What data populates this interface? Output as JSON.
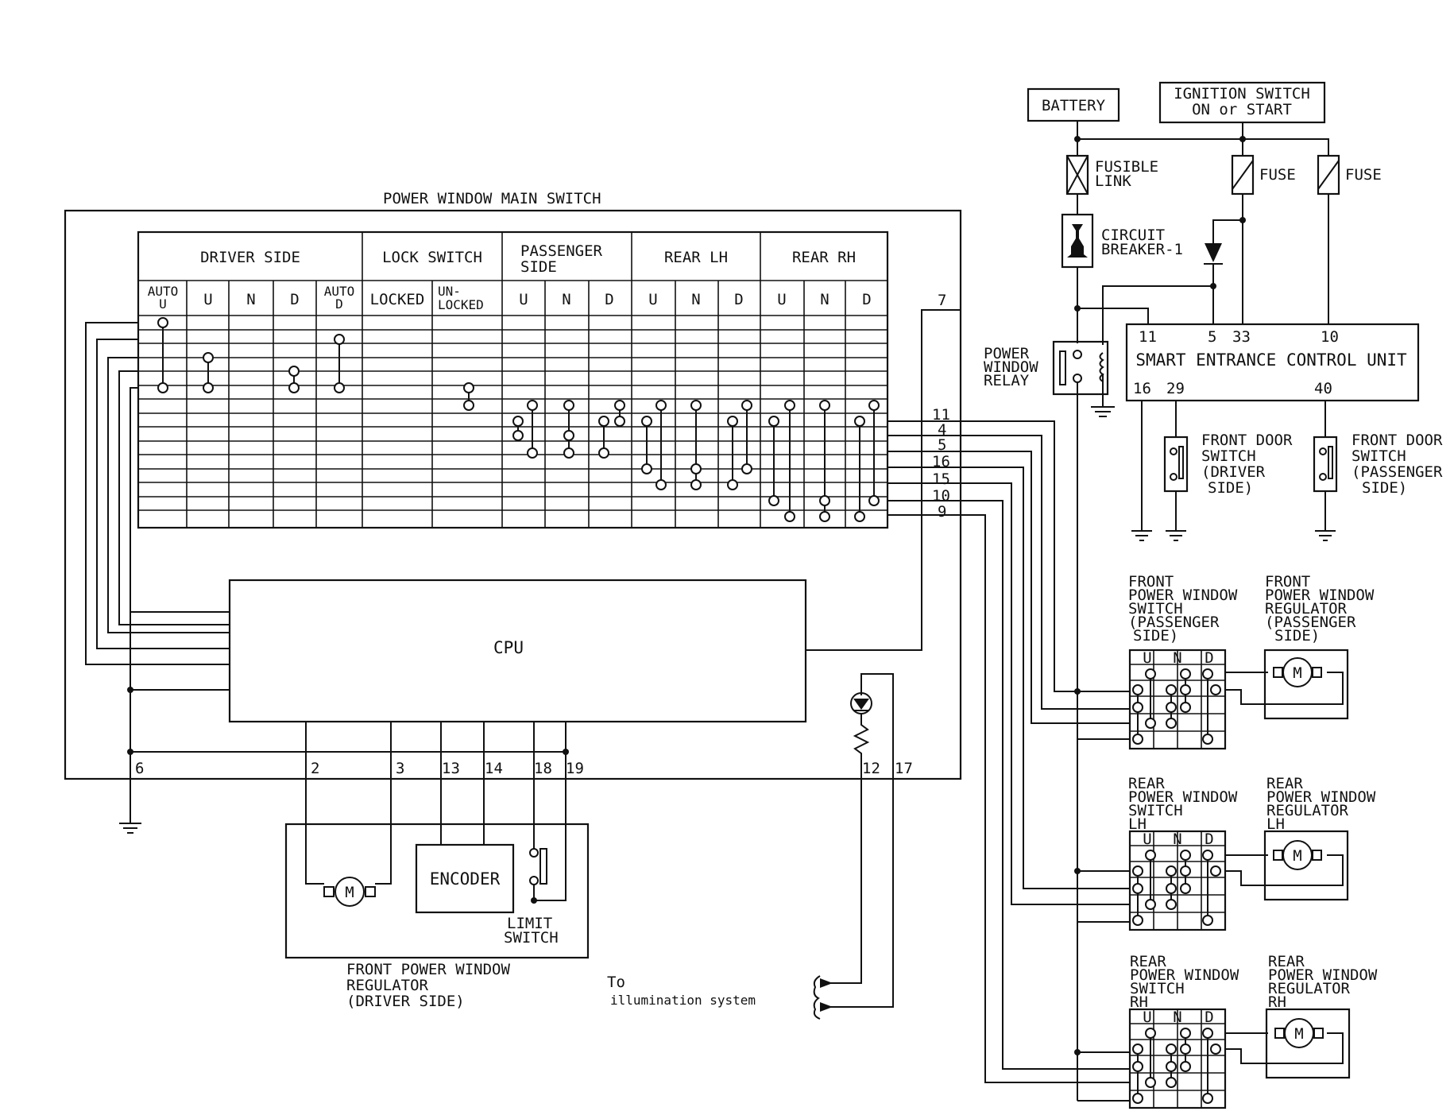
{
  "main_switch": {
    "title": "POWER WINDOW MAIN SWITCH",
    "groups": [
      "DRIVER SIDE",
      "LOCK SWITCH",
      "PASSENGER",
      "SIDE",
      "REAR LH",
      "REAR RH"
    ],
    "columns": [
      "AUTO",
      "U",
      "U",
      "N",
      "D",
      "AUTO",
      "D",
      "LOCKED",
      "UN-",
      "LOCKED",
      "U",
      "N",
      "D",
      "U",
      "N",
      "D",
      "U",
      "N",
      "D"
    ],
    "cpu": "CPU",
    "terminals_right": [
      "7",
      "11",
      "4",
      "5",
      "16",
      "15",
      "10",
      "9"
    ],
    "terminals_bottom": [
      "6",
      "2",
      "3",
      "13",
      "14",
      "18",
      "19",
      "12",
      "17"
    ]
  },
  "driver_regulator": {
    "encoder": "ENCODER",
    "motor": "M",
    "limit_switch": [
      "LIMIT",
      "SWITCH"
    ],
    "label": [
      "FRONT POWER WINDOW",
      "REGULATOR",
      "(DRIVER SIDE)"
    ]
  },
  "illumination": [
    "To",
    "illumination system"
  ],
  "power": {
    "battery": "BATTERY",
    "ignition": [
      "IGNITION SWITCH",
      "ON or START"
    ],
    "fusible_link": [
      "FUSIBLE",
      "LINK"
    ],
    "fuse1": "FUSE",
    "fuse2": "FUSE",
    "circuit_breaker": [
      "CIRCUIT",
      "BREAKER-1"
    ],
    "relay": [
      "POWER",
      "WINDOW",
      "RELAY"
    ]
  },
  "secu": {
    "label": "SMART ENTRANCE CONTROL UNIT",
    "pins_top": [
      "11",
      "5",
      "33",
      "10"
    ],
    "pins_bottom": [
      "16",
      "29",
      "40"
    ]
  },
  "door_switches": {
    "driver": [
      "FRONT DOOR",
      "SWITCH",
      "(DRIVER",
      "SIDE)"
    ],
    "passenger": [
      "FRONT DOOR",
      "SWITCH",
      "(PASSENGER",
      "SIDE)"
    ]
  },
  "sub_switches": {
    "headers": [
      "U",
      "N",
      "D"
    ],
    "motor": "M",
    "front_switch": [
      "FRONT",
      "POWER WINDOW",
      "SWITCH",
      "(PASSENGER",
      "SIDE)"
    ],
    "front_regulator": [
      "FRONT",
      "POWER WINDOW",
      "REGULATOR",
      "(PASSENGER",
      "SIDE)"
    ],
    "rear_lh_switch": [
      "REAR",
      "POWER WINDOW",
      "SWITCH",
      "LH"
    ],
    "rear_lh_regulator": [
      "REAR",
      "POWER WINDOW",
      "REGULATOR",
      "LH"
    ],
    "rear_rh_switch": [
      "REAR",
      "POWER WINDOW",
      "SWITCH",
      "RH"
    ],
    "rear_rh_regulator": [
      "REAR",
      "POWER WINDOW",
      "REGULATOR",
      "RH"
    ]
  }
}
